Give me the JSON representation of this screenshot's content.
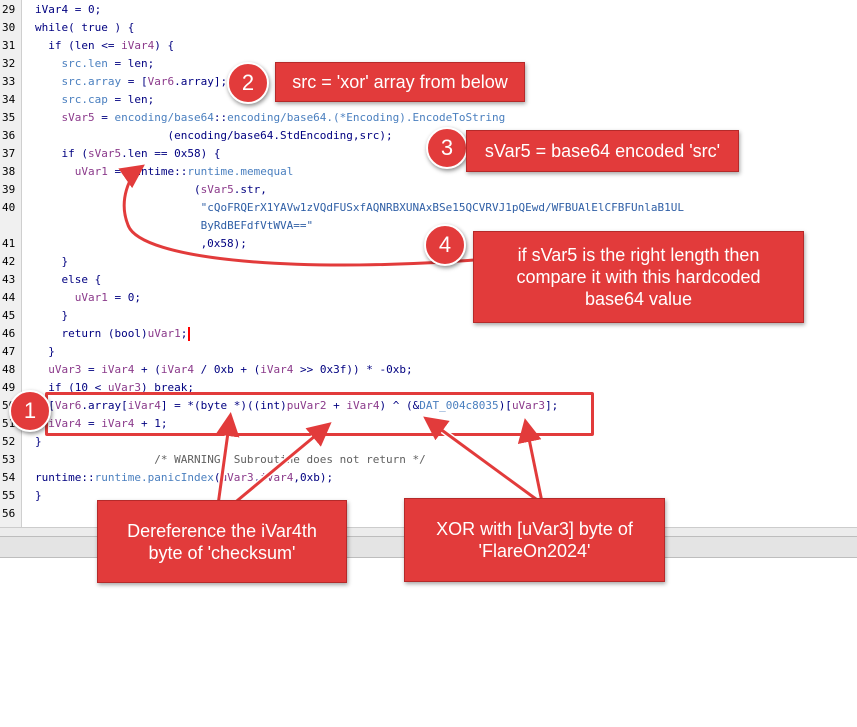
{
  "code_lines": [
    {
      "n": "29",
      "html": "iVar4 = 0;"
    },
    {
      "n": "30",
      "html": "while( true ) {"
    },
    {
      "n": "31",
      "html": "  if (len &lt;= <span class='v'>iVar4</span>) {"
    },
    {
      "n": "32",
      "html": "    <span class='f'>src.len</span> = len;"
    },
    {
      "n": "33",
      "html": "    <span class='f'>src.array</span> = [<span class='v'>Var6</span>.array];"
    },
    {
      "n": "34",
      "html": "    <span class='f'>src.cap</span> = len;"
    },
    {
      "n": "35",
      "html": "    <span class='v'>sVar5</span> = <span class='f'>encoding/base64</span>::<span class='f'>encoding/base64.(*Encoding).EncodeToString</span>"
    },
    {
      "n": "36",
      "html": "                    (encoding/base64.StdEncoding,src);"
    },
    {
      "n": "37",
      "html": "    if (<span class='v'>sVar5</span>.len == 0x58) {"
    },
    {
      "n": "38",
      "html": "      <span class='v'>uVar1</span> = runtime::<span class='f'>runtime.memequal</span>"
    },
    {
      "n": "39",
      "html": "                        (<span class='v'>sVar5</span>.str,"
    },
    {
      "n": "40",
      "html": "                         <span class='s'>\"cQoFRQErX1YAVw1zVQdFUSxfAQNRBXUNAxBSe15QCVRVJ1pQEwd/WFBUAlElCFBFUnlaB1UL</span>"
    },
    {
      "n": "",
      "html": "                         <span class='s'>ByRdBEFdfVtWVA==\"</span>"
    },
    {
      "n": "41",
      "html": "                         ,0x58);"
    },
    {
      "n": "42",
      "html": "    }"
    },
    {
      "n": "43",
      "html": "    else {"
    },
    {
      "n": "44",
      "html": "      <span class='v'>uVar1</span> = 0;"
    },
    {
      "n": "45",
      "html": "    }"
    },
    {
      "n": "46",
      "html": "    return (bool)<span class='v'>uVar1</span>;<span class='cursor'></span>"
    },
    {
      "n": "47",
      "html": "  }"
    },
    {
      "n": "48",
      "html": "  <span class='v'>uVar3</span> = <span class='v'>iVar4</span> + (<span class='v'>iVar4</span> / 0xb + (<span class='v'>iVar4</span> &gt;&gt; 0x3f)) * -0xb;"
    },
    {
      "n": "49",
      "html": "  if (10 &lt; <span class='v'>uVar3</span>) break;"
    },
    {
      "n": "50",
      "html": "  [<span class='v'>Var6</span>.array[<span class='v'>iVar4</span>] = *(byte *)((int)<span class='v'>puVar2</span> + <span class='v'>iVar4</span>) ^ (&amp;<span class='f'>DAT_004c8035</span>)[<span class='v'>uVar3</span>];"
    },
    {
      "n": "51",
      "html": "  <span class='v'>iVar4</span> = <span class='v'>iVar4</span> + 1;"
    },
    {
      "n": "52",
      "html": "}"
    },
    {
      "n": "53",
      "html": "                  <span class='c'>/* WARNING: Subroutine does not return */</span>"
    },
    {
      "n": "54",
      "html": "runtime::<span class='f'>runtime.panicIndex</span>(<span class='v'>uVar3</span>,<span class='v'>iVar4</span>,0xb);"
    },
    {
      "n": "55",
      "html": "}"
    },
    {
      "n": "56",
      "html": ""
    }
  ],
  "annotations": {
    "badge1": "1",
    "badge2": "2",
    "badge3": "3",
    "badge4": "4",
    "callout2": "src = 'xor' array from below",
    "callout3": "sVar5 = base64 encoded 'src'",
    "callout4": "if sVar5 is the right length then compare it with this hardcoded base64 value",
    "callout_deref": "Dereference the iVar4th byte of 'checksum'",
    "callout_xor": "XOR with [uVar3] byte of 'FlareOn2024'"
  },
  "colors": {
    "annotation_red": "#e23b3b",
    "keyword_navy": "#000080",
    "variable_purple": "#8b3a8b",
    "function_blue": "#4a7fbf"
  }
}
